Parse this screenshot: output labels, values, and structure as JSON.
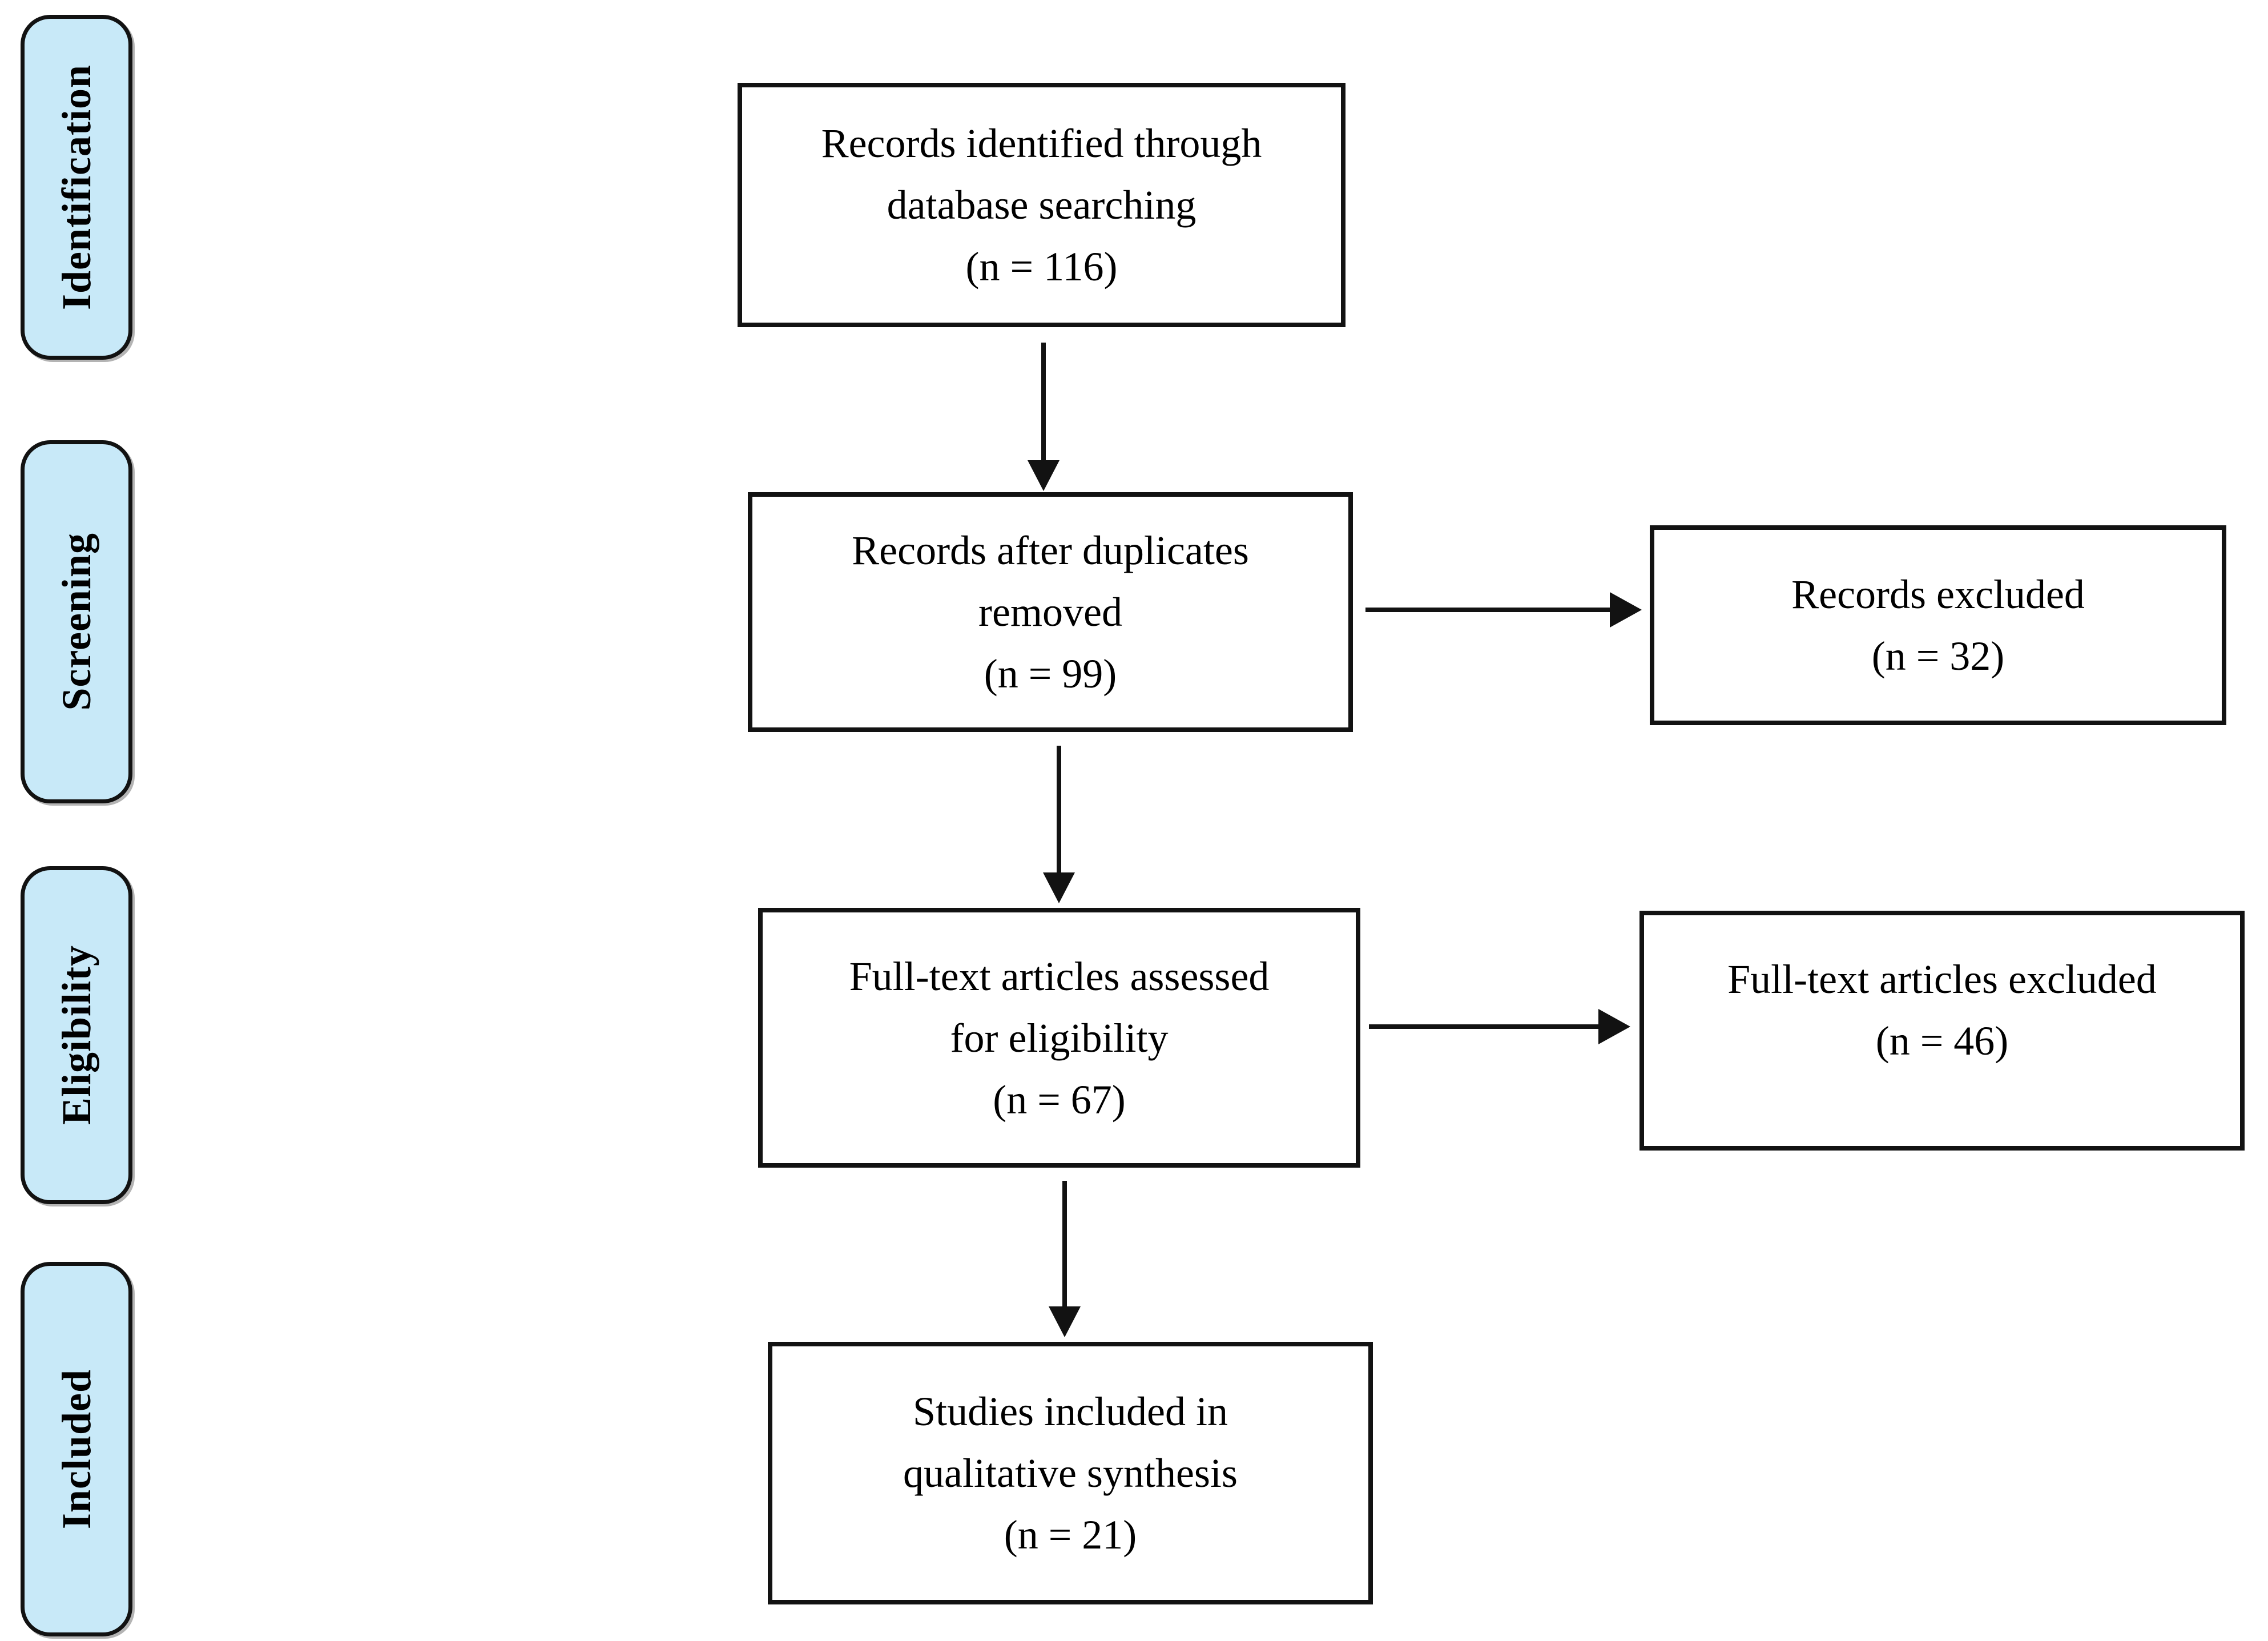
{
  "stages": [
    {
      "label": "Identification"
    },
    {
      "label": "Screening"
    },
    {
      "label": "Eligibility"
    },
    {
      "label": "Included"
    }
  ],
  "boxes": {
    "identified": {
      "lines": [
        "Records identified through",
        "database searching",
        "(n = 116)"
      ]
    },
    "deduplicated": {
      "lines": [
        "Records after duplicates",
        "removed",
        "(n = 99)"
      ]
    },
    "records_excluded": {
      "lines": [
        "Records excluded",
        "(n = 32)"
      ]
    },
    "fulltext_assessed": {
      "lines": [
        "Full-text articles assessed",
        "for eligibility",
        "(n = 67)"
      ]
    },
    "fulltext_excluded": {
      "lines": [
        "Full-text articles excluded",
        "(n = 46)"
      ]
    },
    "included_qualitative": {
      "lines": [
        "Studies included in",
        "qualitative synthesis",
        "(n = 21)"
      ]
    }
  },
  "colors": {
    "stage_fill": "#c8e9f8",
    "box_fill": "#ffffff",
    "line": "#121212",
    "text": "#000000"
  }
}
